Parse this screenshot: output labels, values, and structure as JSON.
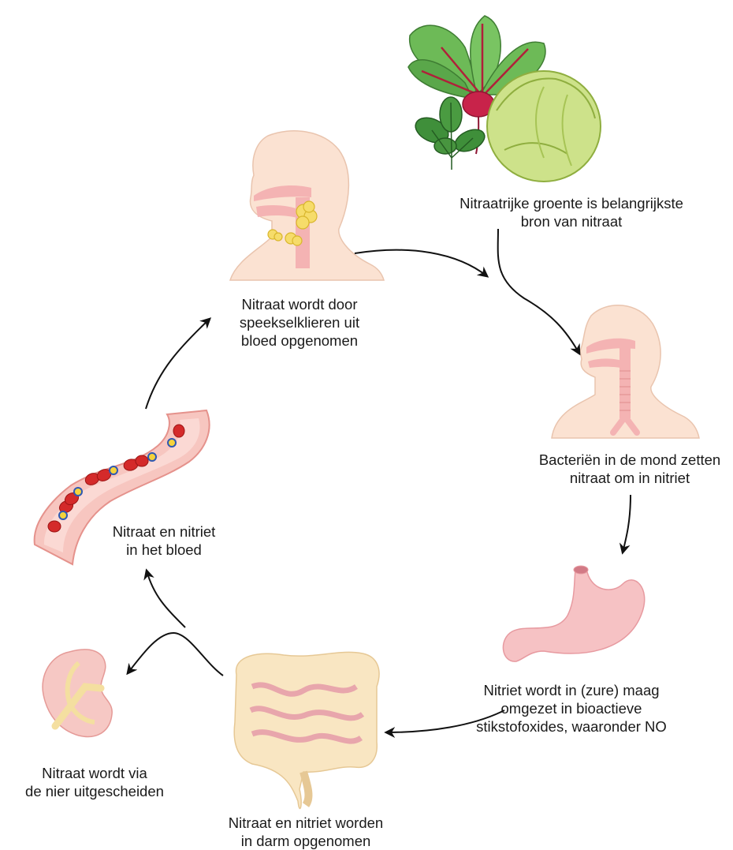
{
  "captions": {
    "vegetables": [
      "Nitraatrijke groente is belangrijkste",
      "bron van nitraat"
    ],
    "mouth": [
      "Bacteriën in de mond zetten",
      "nitraat om in nitriet"
    ],
    "stomach": [
      "Nitriet wordt in (zure) maag",
      "omgezet in bioactieve",
      "stikstofoxides, waaronder NO"
    ],
    "intestine": [
      "Nitraat en nitriet worden",
      "in darm opgenomen"
    ],
    "kidney": [
      "Nitraat wordt via",
      "de nier uitgescheiden"
    ],
    "blood": [
      "Nitraat en nitriet",
      "in het bloed"
    ],
    "salivary": [
      "Nitraat wordt door",
      "speekselklieren uit",
      "bloed opgenomen"
    ]
  },
  "colors": {
    "skin": "#fbe2d2",
    "tissue_pink": "#f4b3b3",
    "stomach": "#f6c2c4",
    "intestine": "#f9e6c2",
    "blood_cell": "#d42a2a",
    "lettuce": "#cde28a",
    "leaf_green": "#5aa74a",
    "arrow": "#111111"
  }
}
